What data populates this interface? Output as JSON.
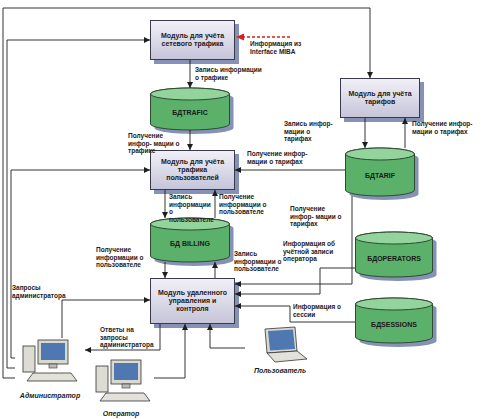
{
  "diagram": {
    "nodes": [
      {
        "text": [
          "Модуль для учёта сетевого трафика"
        ]
      },
      {
        "text": [
          "БДTRAFIC"
        ]
      },
      {
        "text": [
          "Модуль для учёта тарифов"
        ]
      },
      {
        "text": [
          "БДTARIF"
        ]
      },
      {
        "text": [
          "Модуль для учёта трафика пользователей"
        ]
      },
      {
        "text": [
          "БД BILLING"
        ]
      },
      {
        "text": [
          "БДOPERATORS"
        ]
      },
      {
        "text": [
          "Модуль удаленного управления и контроля"
        ]
      },
      {
        "text": [
          "БДSESSIONS"
        ]
      },
      {
        "text": [
          "Пользователь"
        ]
      },
      {
        "text": [
          "Администратор"
        ]
      },
      {
        "text": [
          "Оператор"
        ]
      }
    ],
    "edges": [
      {
        "from": 0,
        "to": 1,
        "arrow": "to",
        "label": "Запись информации о трафике"
      },
      {
        "from": 1,
        "to": 4,
        "arrow": "to",
        "label": "Получение инфор- мации о трафике"
      },
      {
        "from": 2,
        "to": 3,
        "arrow": "to",
        "label": "Запись инфор- мации о тарифах"
      },
      {
        "from": 3,
        "to": 2,
        "arrow": "to",
        "label": "Получение инфор- мации о тарифах"
      },
      {
        "from": 3,
        "to": 4,
        "arrow": "to",
        "label": "Получение инфор- мации о тарифах"
      },
      {
        "from": 4,
        "to": 5,
        "arrow": "to",
        "label": "Запись информации о пользователе"
      },
      {
        "from": 5,
        "to": 4,
        "arrow": "to",
        "label": "Получение информации о пользователе"
      },
      {
        "from": 5,
        "to": 7,
        "arrow": "to",
        "label": "Получение информации о пользователе"
      },
      {
        "from": 7,
        "to": 5,
        "arrow": "to",
        "label": "Запись информации о пользователе"
      },
      {
        "from": 3,
        "to": 7,
        "arrow": "to",
        "label": "Получение инфор- мации о тарифах"
      },
      {
        "from": 6,
        "to": 7,
        "arrow": "to",
        "label": "Информация об учётной записи оператора"
      },
      {
        "from": 8,
        "to": 7,
        "arrow": "to",
        "label": "Информация о сессии"
      },
      {
        "from": 10,
        "to": 7,
        "arrow": "to",
        "label": "Запросы администратора"
      },
      {
        "from": 7,
        "to": 10,
        "arrow": "to",
        "label": "Ответы на запросы администратора"
      },
      {
        "from": 11,
        "to": 7,
        "arrow": "to"
      },
      {
        "from": 9,
        "to": 7,
        "arrow": "to"
      },
      {
        "from": 10,
        "to": 4,
        "arrow": "to"
      },
      {
        "from": 10,
        "to": 0,
        "arrow": "to"
      },
      {
        "from": 10,
        "to": 2,
        "arrow": "to"
      }
    ],
    "labels": [
      "Информация из Interface MIBA"
    ]
  }
}
